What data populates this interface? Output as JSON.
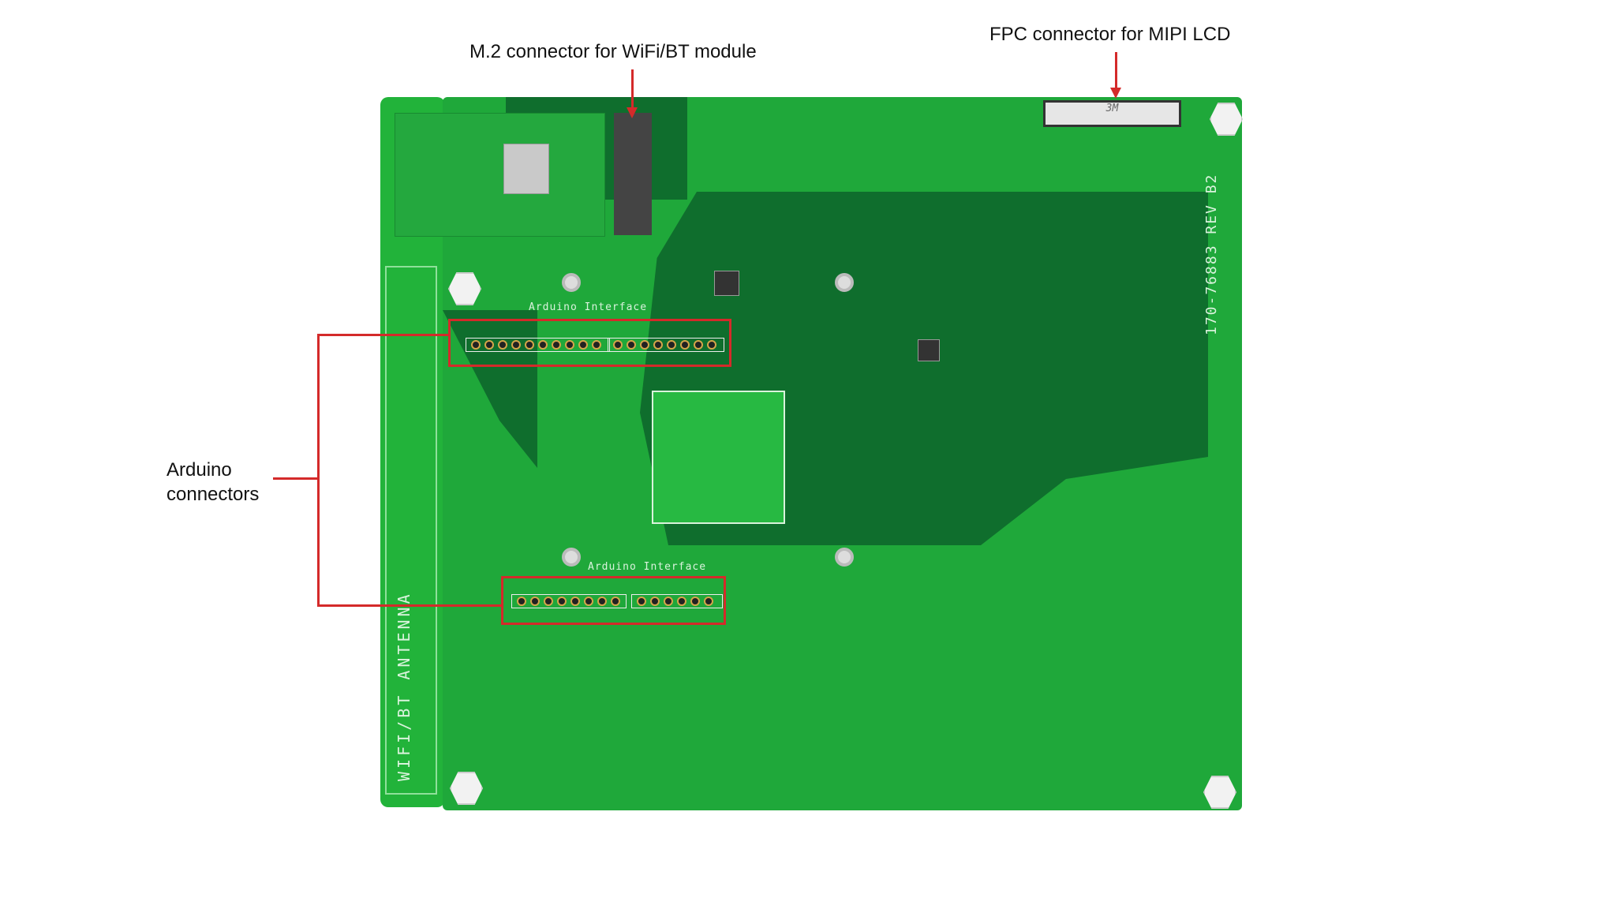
{
  "callouts": {
    "m2": "M.2 connector for WiFi/BT module",
    "fpc": "FPC connector for MIPI LCD",
    "arduino_line1": "Arduino",
    "arduino_line2": "connectors"
  },
  "silkscreen": {
    "antenna": "WIFI/BT ANTENNA",
    "board_rev": "170-76883 REV B2",
    "arduino_top": "Arduino Interface",
    "arduino_bottom": "Arduino Interface",
    "fpc_brand": "3M"
  },
  "colors": {
    "annotation": "#d42a2a",
    "pcb": "#1fa83a",
    "pcb_dark": "#0f6e2d"
  }
}
